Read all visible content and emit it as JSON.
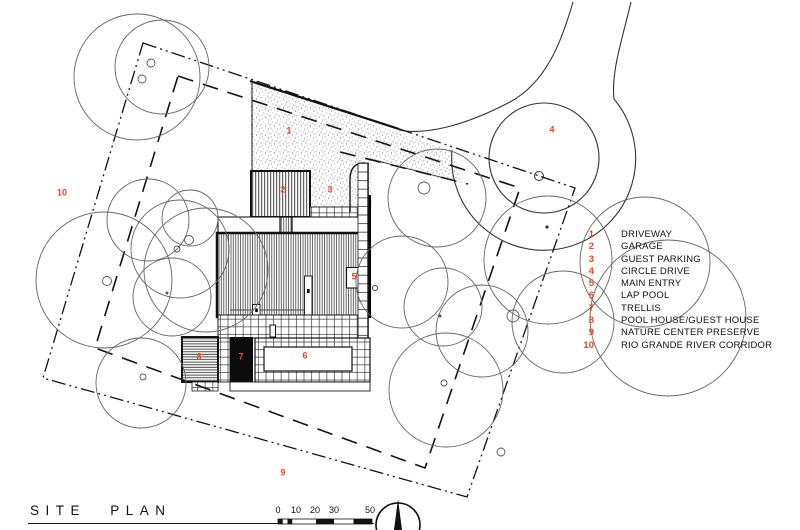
{
  "title": "SITE PLAN",
  "legend": {
    "items": [
      {
        "num": "1",
        "label": "DRIVEWAY"
      },
      {
        "num": "2",
        "label": "GARAGE"
      },
      {
        "num": "3",
        "label": "GUEST PARKING"
      },
      {
        "num": "4",
        "label": "CIRCLE DRIVE"
      },
      {
        "num": "5",
        "label": "MAIN ENTRY"
      },
      {
        "num": "6",
        "label": "LAP POOL"
      },
      {
        "num": "7",
        "label": "TRELLIS"
      },
      {
        "num": "8",
        "label": "POOL HOUSE/GUEST HOUSE"
      },
      {
        "num": "9",
        "label": "NATURE CENTER PRESERVE"
      },
      {
        "num": "10",
        "label": "RIO GRANDE RIVER CORRIDOR"
      }
    ]
  },
  "scale_bar": {
    "ticks": [
      "0",
      "10",
      "20",
      "30",
      "50"
    ]
  },
  "colors": {
    "accent": "#ee4126",
    "ink": "#1b1b1b",
    "tree_line": "#666666"
  }
}
